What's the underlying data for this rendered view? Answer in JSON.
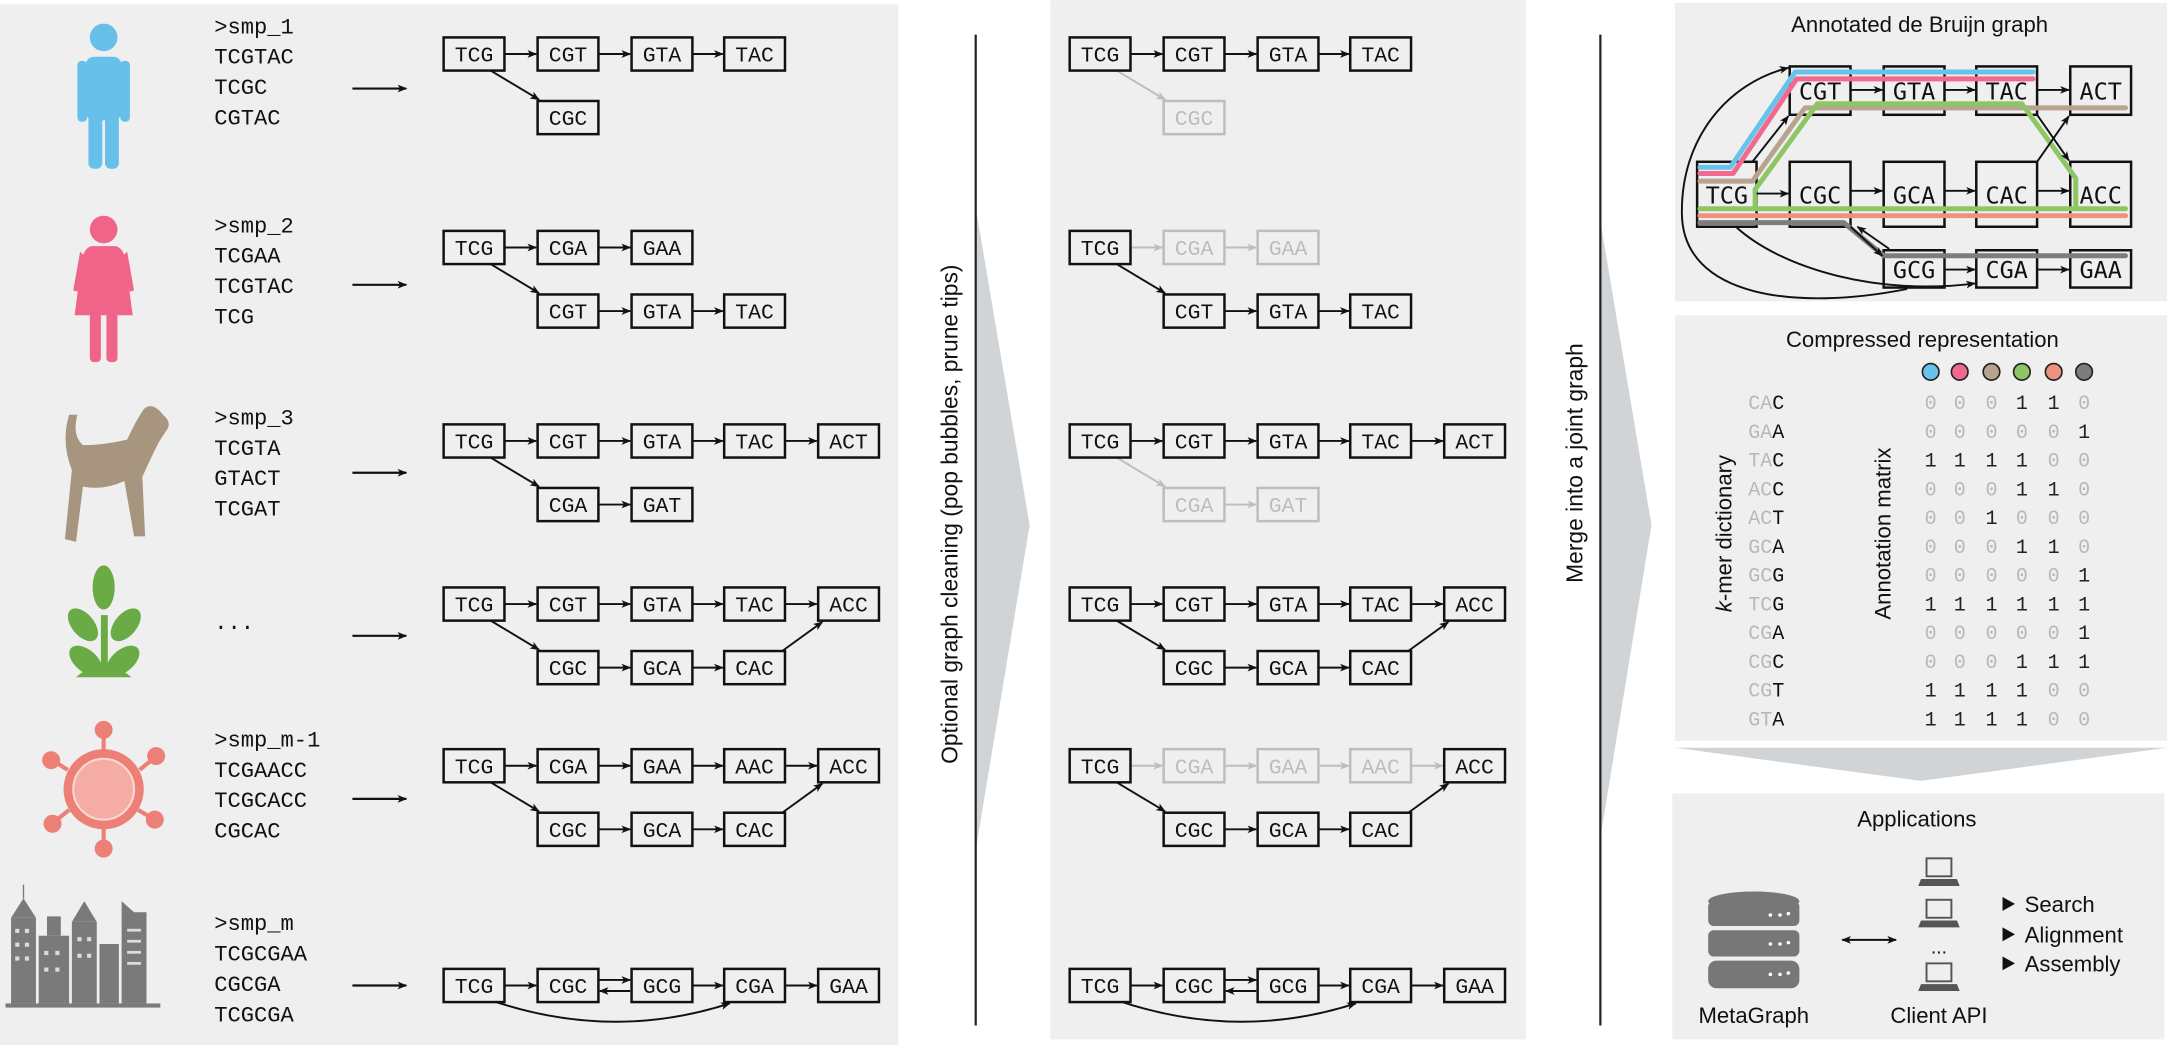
{
  "samples": [
    {
      "header": ">smp_1",
      "reads": [
        "TCGTAC",
        "TCGC",
        "CGTAC"
      ],
      "icon": "male-person-icon",
      "color": "#67c0e9"
    },
    {
      "header": ">smp_2",
      "reads": [
        "TCGAA",
        "TCGTAC",
        "TCG"
      ],
      "icon": "female-person-icon",
      "color": "#f0648a"
    },
    {
      "header": ">smp_3",
      "reads": [
        "TCGTA",
        "GTACT",
        "TCGAT"
      ],
      "icon": "dog-icon",
      "color": "#a8957f"
    },
    {
      "header": "",
      "reads": [
        "..."
      ],
      "icon": "plant-icon",
      "color": "#6aab45"
    },
    {
      "header": ">smp_m-1",
      "reads": [
        "TCGAACC",
        "TCGCACC",
        "CGCAC"
      ],
      "icon": "virus-icon",
      "color": "#ec8076"
    },
    {
      "header": ">smp_m",
      "reads": [
        "TCGCGAA",
        "CGCGA",
        "TCGCGA"
      ],
      "icon": "city-icon",
      "color": "#7a7a7a"
    }
  ],
  "sample_graphs": [
    {
      "top": [
        "TCG",
        "CGT",
        "GTA",
        "TAC"
      ],
      "bottom": [
        "CGC"
      ],
      "edges": [
        [
          "t0",
          "t1"
        ],
        [
          "t1",
          "t2"
        ],
        [
          "t2",
          "t3"
        ],
        [
          "t0",
          "b0"
        ]
      ]
    },
    {
      "top": [
        "TCG",
        "CGA",
        "GAA"
      ],
      "bottom": [
        "CGT",
        "GTA",
        "TAC"
      ],
      "edges": [
        [
          "t0",
          "t1"
        ],
        [
          "t1",
          "t2"
        ],
        [
          "t0",
          "b0"
        ],
        [
          "b0",
          "b1"
        ],
        [
          "b1",
          "b2"
        ]
      ]
    },
    {
      "top": [
        "TCG",
        "CGT",
        "GTA",
        "TAC",
        "ACT"
      ],
      "bottom": [
        "CGA",
        "GAT"
      ],
      "edges": [
        [
          "t0",
          "t1"
        ],
        [
          "t1",
          "t2"
        ],
        [
          "t2",
          "t3"
        ],
        [
          "t3",
          "t4"
        ],
        [
          "t0",
          "b0"
        ],
        [
          "b0",
          "b1"
        ]
      ]
    },
    {
      "top": [
        "TCG",
        "CGT",
        "GTA",
        "TAC",
        "ACC"
      ],
      "bottom": [
        "CGC",
        "GCA",
        "CAC"
      ],
      "edges": [
        [
          "t0",
          "t1"
        ],
        [
          "t1",
          "t2"
        ],
        [
          "t2",
          "t3"
        ],
        [
          "t3",
          "t4"
        ],
        [
          "t0",
          "b0"
        ],
        [
          "b0",
          "b1"
        ],
        [
          "b1",
          "b2"
        ],
        [
          "b2",
          "t4"
        ]
      ]
    },
    {
      "top": [
        "TCG",
        "CGA",
        "GAA",
        "AAC",
        "ACC"
      ],
      "bottom": [
        "CGC",
        "GCA",
        "CAC"
      ],
      "edges": [
        [
          "t0",
          "t1"
        ],
        [
          "t1",
          "t2"
        ],
        [
          "t2",
          "t3"
        ],
        [
          "t3",
          "t4"
        ],
        [
          "t0",
          "b0"
        ],
        [
          "b0",
          "b1"
        ],
        [
          "b1",
          "b2"
        ],
        [
          "b2",
          "t4"
        ]
      ]
    },
    {
      "top": [
        "TCG",
        "CGC",
        "GCG",
        "CGA",
        "GAA"
      ],
      "bottom": [],
      "edges": [
        [
          "t0",
          "t1"
        ],
        [
          "t1",
          "t2"
        ],
        [
          "t2",
          "t1"
        ],
        [
          "t2",
          "t3"
        ],
        [
          "t3",
          "t4"
        ],
        [
          "t0",
          "t3",
          "curve"
        ]
      ]
    }
  ],
  "cleaned_faded_nodes": [
    [
      "b0"
    ],
    [
      "t1",
      "t2"
    ],
    [
      "b0",
      "b1"
    ],
    [],
    [
      "t1",
      "t2",
      "t3"
    ],
    []
  ],
  "step_labels": {
    "cleaning": "Optional graph cleaning (pop bubbles, prune tips)",
    "merge": "Merge into a joint graph"
  },
  "annotated_graph": {
    "title": "Annotated de Bruijn graph",
    "nodes": {
      "TCG": "TCG",
      "CGT": "CGT",
      "GTA": "GTA",
      "TAC": "TAC",
      "ACT": "ACT",
      "CGC": "CGC",
      "GCA": "GCA",
      "CAC": "CAC",
      "ACC": "ACC",
      "GCG": "GCG",
      "CGA": "CGA",
      "GAA": "GAA"
    },
    "sample_colors": [
      "#67c3ea",
      "#ef6a8e",
      "#b7a48f",
      "#8dc765",
      "#f0917f",
      "#7d7d7d"
    ]
  },
  "compressed": {
    "title": "Compressed representation",
    "dictionary_label_italic": "k",
    "dictionary_label": "-mer dictionary",
    "matrix_label": "Annotation matrix",
    "kmers": [
      [
        "CA",
        "C"
      ],
      [
        "GA",
        "A"
      ],
      [
        "TA",
        "C"
      ],
      [
        "AC",
        "C"
      ],
      [
        "AC",
        "T"
      ],
      [
        "GC",
        "A"
      ],
      [
        "GC",
        "G"
      ],
      [
        "TC",
        "G"
      ],
      [
        "CG",
        "A"
      ],
      [
        "CG",
        "C"
      ],
      [
        "CG",
        "T"
      ],
      [
        "GT",
        "A"
      ]
    ],
    "matrix": [
      [
        0,
        0,
        0,
        1,
        1,
        0
      ],
      [
        0,
        0,
        0,
        0,
        0,
        1
      ],
      [
        1,
        1,
        1,
        1,
        0,
        0
      ],
      [
        0,
        0,
        0,
        1,
        1,
        0
      ],
      [
        0,
        0,
        1,
        0,
        0,
        0
      ],
      [
        0,
        0,
        0,
        1,
        1,
        0
      ],
      [
        0,
        0,
        0,
        0,
        0,
        1
      ],
      [
        1,
        1,
        1,
        1,
        1,
        1
      ],
      [
        0,
        0,
        0,
        0,
        0,
        1
      ],
      [
        0,
        0,
        0,
        1,
        1,
        1
      ],
      [
        1,
        1,
        1,
        1,
        0,
        0
      ],
      [
        1,
        1,
        1,
        1,
        0,
        0
      ]
    ]
  },
  "applications": {
    "title": "Applications",
    "server_label": "MetaGraph",
    "client_label": "Client API",
    "client_ellipsis": "...",
    "uses": [
      "Search",
      "Alignment",
      "Assembly"
    ]
  },
  "colors": {
    "panel_bg": "#efefef",
    "chevron": "#d1d4d7",
    "faded": "#bdbdbd",
    "matrix_zero": "#b8b8b8"
  }
}
